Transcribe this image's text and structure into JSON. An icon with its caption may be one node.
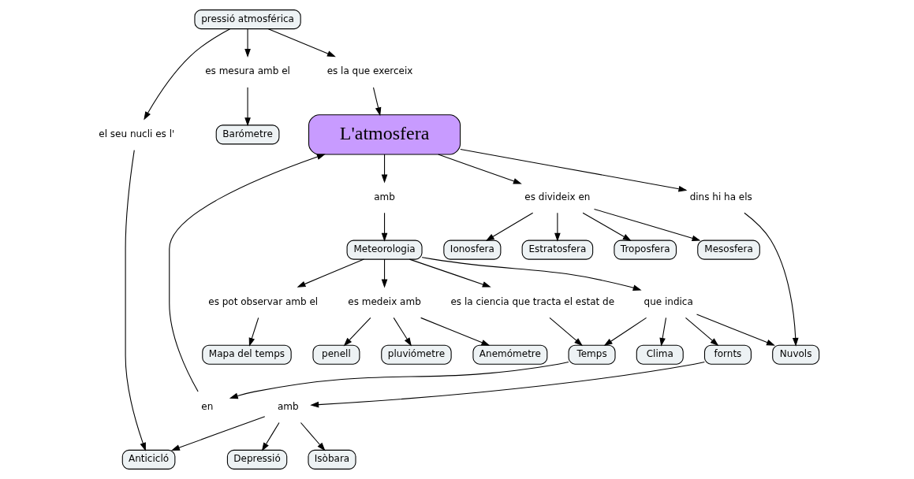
{
  "diagram": {
    "nodes": [
      {
        "text": [
          "Anticicló"
        ]
      },
      {
        "text": [
          "el seu nucli es l'"
        ]
      },
      {
        "text": [
          "pressió atmosférica"
        ]
      },
      {
        "text": [
          "es mesura amb el"
        ]
      },
      {
        "text": [
          "Barómetre"
        ]
      },
      {
        "text": [
          "es la que exerceix"
        ]
      },
      {
        "text": [
          "Estratosfera"
        ]
      },
      {
        "text": [
          "Troposfera"
        ]
      },
      {
        "text": [
          "es divideix en"
        ]
      },
      {
        "text": [
          "L'atmosfera"
        ]
      },
      {
        "text": [
          "en"
        ]
      },
      {
        "text": [
          "Temps"
        ]
      },
      {
        "text": [
          "Mesosfera"
        ]
      },
      {
        "text": [
          "Ionosfera"
        ]
      },
      {
        "text": [
          "dins hi ha els"
        ]
      },
      {
        "text": [
          "amb"
        ]
      },
      {
        "text": [
          "es la ciencia que tracta el estat de"
        ]
      },
      {
        "text": [
          "Nuvols"
        ]
      },
      {
        "text": [
          "que indica"
        ]
      },
      {
        "text": [
          "Meteorologia"
        ]
      },
      {
        "text": [
          "es pot observar amb el"
        ]
      },
      {
        "text": [
          "Mapa del temps"
        ]
      },
      {
        "text": [
          "Clima"
        ]
      },
      {
        "text": [
          "fornts"
        ]
      },
      {
        "text": [
          "es medeix amb"
        ]
      },
      {
        "text": [
          "penell"
        ]
      },
      {
        "text": [
          "amb"
        ]
      },
      {
        "text": [
          "pluviómetre"
        ]
      },
      {
        "text": [
          "Anemómetre"
        ]
      },
      {
        "text": [
          "Depressió"
        ]
      },
      {
        "text": [
          "Isòbara"
        ]
      }
    ],
    "edges": [
      {
        "from": 2,
        "to": 1,
        "arrow": "to"
      },
      {
        "from": 1,
        "to": 0,
        "arrow": "to"
      },
      {
        "from": 2,
        "to": 3,
        "arrow": "to"
      },
      {
        "from": 3,
        "to": 4,
        "arrow": "to"
      },
      {
        "from": 2,
        "to": 5,
        "arrow": "to"
      },
      {
        "from": 5,
        "to": 9,
        "arrow": "to"
      },
      {
        "from": 9,
        "to": 8,
        "arrow": "to"
      },
      {
        "from": 8,
        "to": 6,
        "arrow": "to"
      },
      {
        "from": 8,
        "to": 7,
        "arrow": "to"
      },
      {
        "from": 8,
        "to": 12,
        "arrow": "to"
      },
      {
        "from": 8,
        "to": 13,
        "arrow": "to"
      },
      {
        "from": 11,
        "to": 10,
        "arrow": "to"
      },
      {
        "from": 10,
        "to": 9,
        "arrow": "to"
      },
      {
        "from": 9,
        "to": 14,
        "arrow": "to"
      },
      {
        "from": 14,
        "to": 17,
        "arrow": "to"
      },
      {
        "from": 9,
        "to": 15,
        "arrow": "to"
      },
      {
        "from": 15,
        "to": 19,
        "arrow": "to"
      },
      {
        "from": 19,
        "to": 16,
        "arrow": "to"
      },
      {
        "from": 16,
        "to": 11,
        "arrow": "to"
      },
      {
        "from": 19,
        "to": 18,
        "arrow": "to"
      },
      {
        "from": 18,
        "to": 17,
        "arrow": "to"
      },
      {
        "from": 18,
        "to": 22,
        "arrow": "to"
      },
      {
        "from": 18,
        "to": 23,
        "arrow": "to"
      },
      {
        "from": 18,
        "to": 11,
        "arrow": "to"
      },
      {
        "from": 19,
        "to": 20,
        "arrow": "to"
      },
      {
        "from": 20,
        "to": 21,
        "arrow": "to"
      },
      {
        "from": 19,
        "to": 24,
        "arrow": "to"
      },
      {
        "from": 24,
        "to": 25,
        "arrow": "to"
      },
      {
        "from": 24,
        "to": 27,
        "arrow": "to"
      },
      {
        "from": 24,
        "to": 28,
        "arrow": "to"
      },
      {
        "from": 23,
        "to": 26,
        "arrow": "to"
      },
      {
        "from": 26,
        "to": 29,
        "arrow": "to"
      },
      {
        "from": 26,
        "to": 30,
        "arrow": "to"
      },
      {
        "from": 26,
        "to": 0,
        "arrow": "to"
      }
    ]
  }
}
